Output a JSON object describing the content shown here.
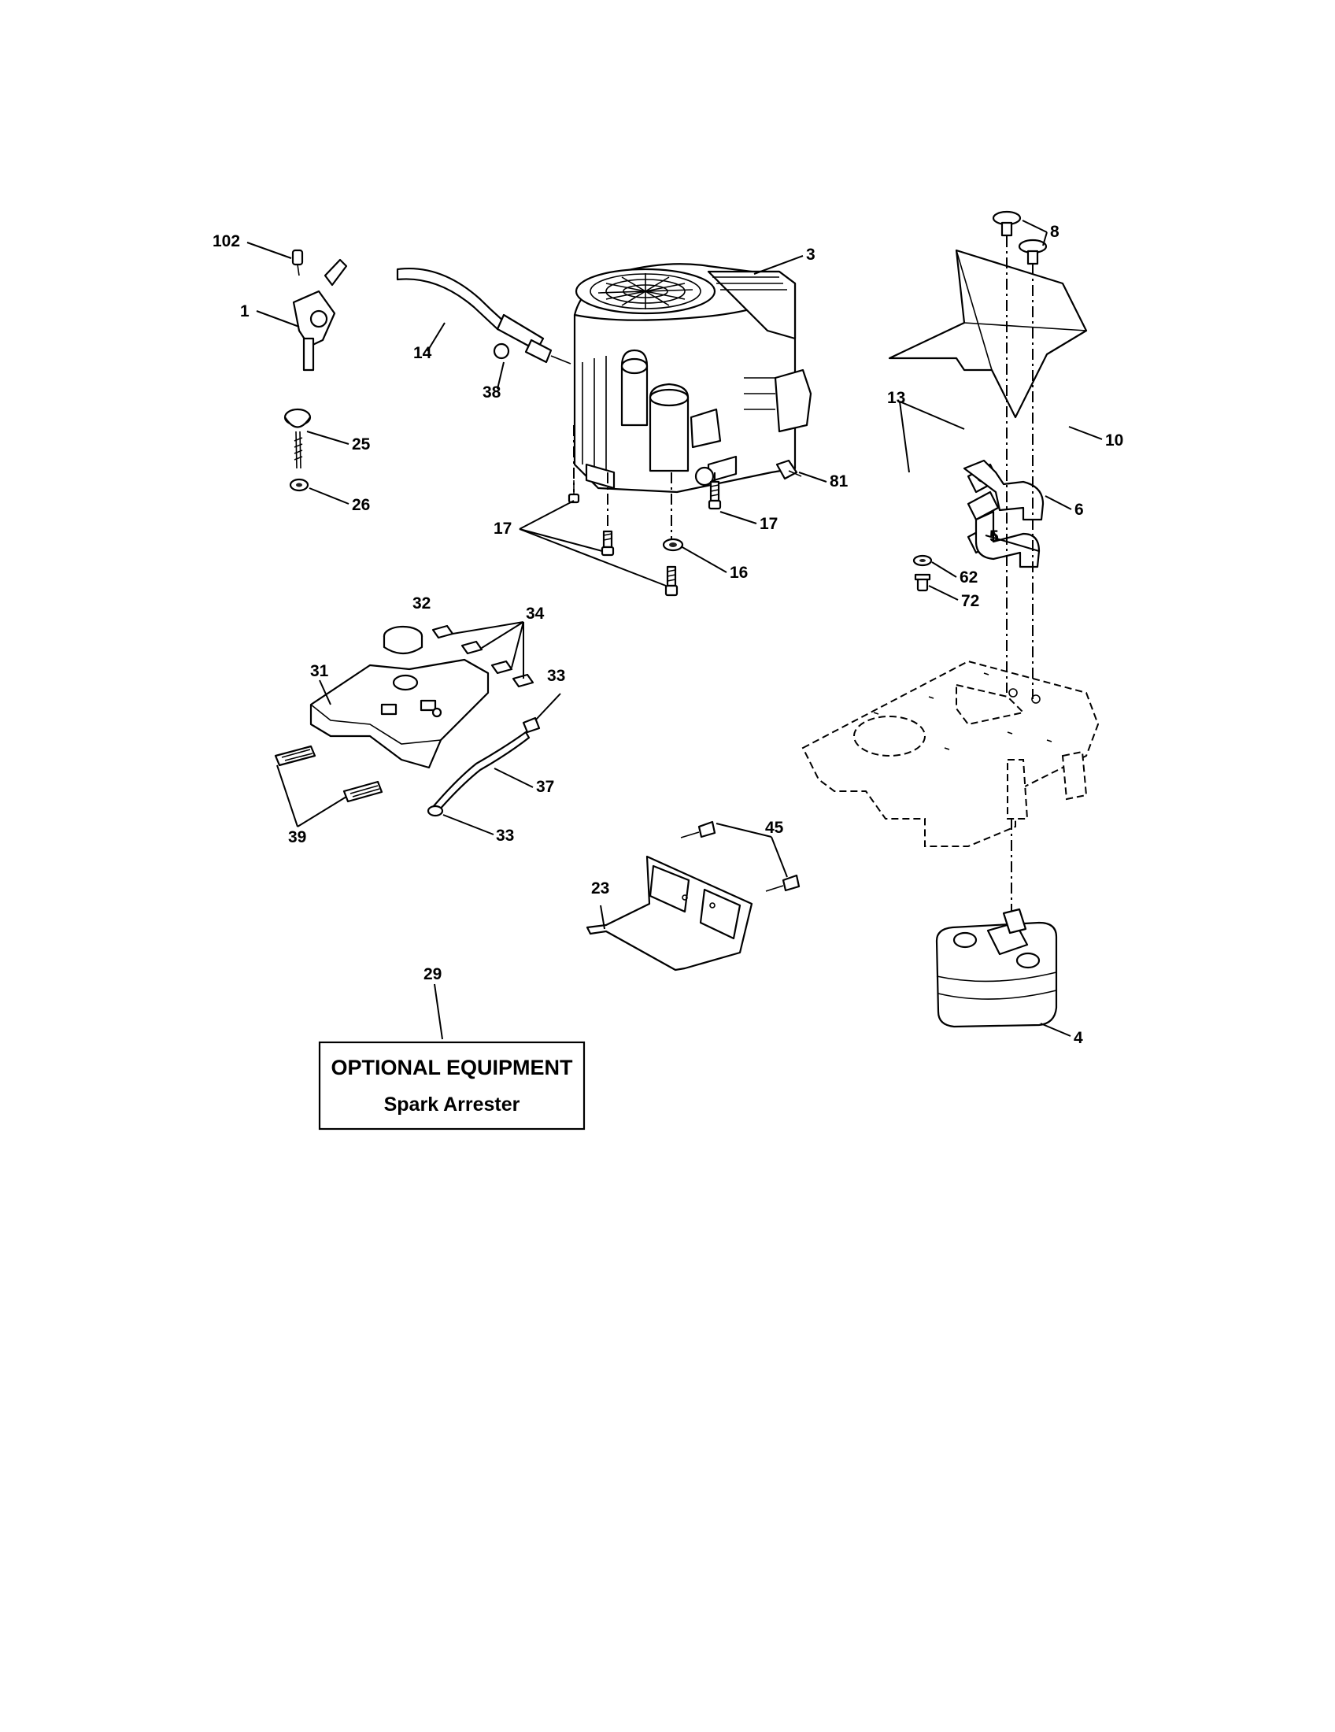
{
  "callouts": {
    "c102": "102",
    "c1": "1",
    "c25": "25",
    "c26": "26",
    "c14": "14",
    "c38": "38",
    "c3": "3",
    "c81": "81",
    "c17a": "17",
    "c17b": "17",
    "c16": "16",
    "c8": "8",
    "c10": "10",
    "c13": "13",
    "c6": "6",
    "c5": "5",
    "c62": "62",
    "c72": "72",
    "c32": "32",
    "c34": "34",
    "c31": "31",
    "c33a": "33",
    "c37": "37",
    "c33b": "33",
    "c39": "39",
    "c45": "45",
    "c23": "23",
    "c4": "4",
    "c29": "29"
  },
  "optional_box": {
    "title": "OPTIONAL EQUIPMENT",
    "subtitle": "Spark Arrester"
  }
}
